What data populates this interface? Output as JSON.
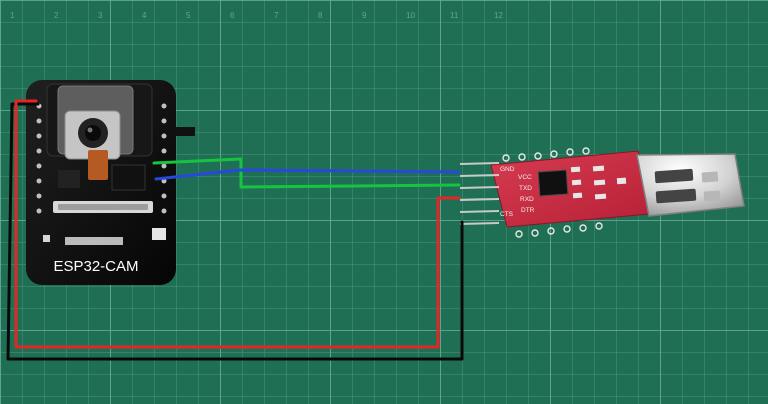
{
  "scene": {
    "board_label": "ESP32-CAM",
    "adapter_label_gnd": "GND",
    "adapter_label_cts": "CTS",
    "adapter_label_vcc": "VCC",
    "adapter_label_txd": "TXD",
    "adapter_label_rxd": "RXD",
    "adapter_label_dtr": "DTR"
  },
  "colors": {
    "mat": "#1f6f55",
    "grid": "#4f9a82",
    "grid_major": "#78b7a4",
    "board": "#121212",
    "adapter": "#c8263f",
    "wire_red": "#e32626",
    "wire_black": "#090909",
    "wire_green": "#18c33f",
    "wire_blue": "#2748d8"
  }
}
